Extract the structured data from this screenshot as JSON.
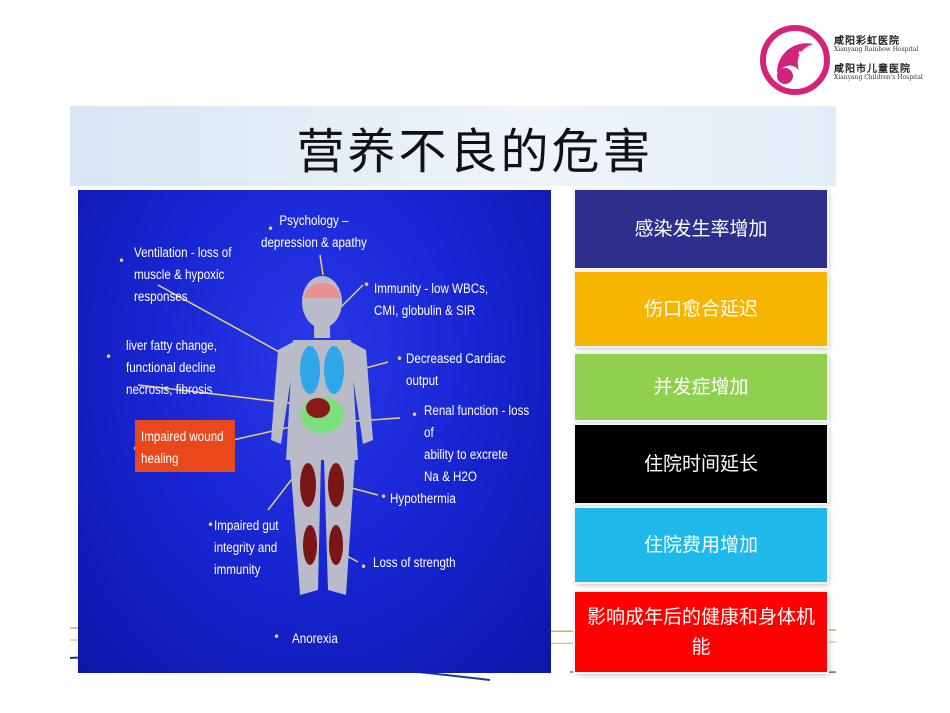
{
  "logo": {
    "line1_cn": "咸阳彩虹医院",
    "line1_en": "Xianyang Rainbow Hospital",
    "line2_cn": "咸阳市儿童医院",
    "line2_en": "Xianyang Children's Hospital"
  },
  "slide_title": "营养不良的危害",
  "diagram_labels": {
    "psychology": "Psychology –\ndepression & apathy",
    "ventilation": "Ventilation - loss of\nmuscle & hypoxic\nresponses",
    "immunity": "Immunity - low WBCs,\nCMI, globulin & SIR",
    "liver": "liver fatty change,\nfunctional decline\nnecrosis, fibrosis",
    "cardiac": "Decreased Cardiac output",
    "renal": "Renal function - loss of\nability to excrete\nNa & H2O",
    "wound": "Impaired wound\nhealing",
    "hypothermia": "Hypothermia",
    "gut": "Impaired gut\nintegrity and\nimmunity",
    "strength": "Loss of strength",
    "anorexia": "Anorexia"
  },
  "consequences": [
    {
      "text": "感染发生率增加",
      "color": "#2e2f8c"
    },
    {
      "text": "伤口愈合延迟",
      "color": "#f7b500"
    },
    {
      "text": "并发症增加",
      "color": "#8fd14f"
    },
    {
      "text": "住院时间延长",
      "color": "#000000"
    },
    {
      "text": "住院费用增加",
      "color": "#1fb8ea"
    },
    {
      "text": "影响成年后的健康和身体机能",
      "color": "#ff0000"
    }
  ]
}
